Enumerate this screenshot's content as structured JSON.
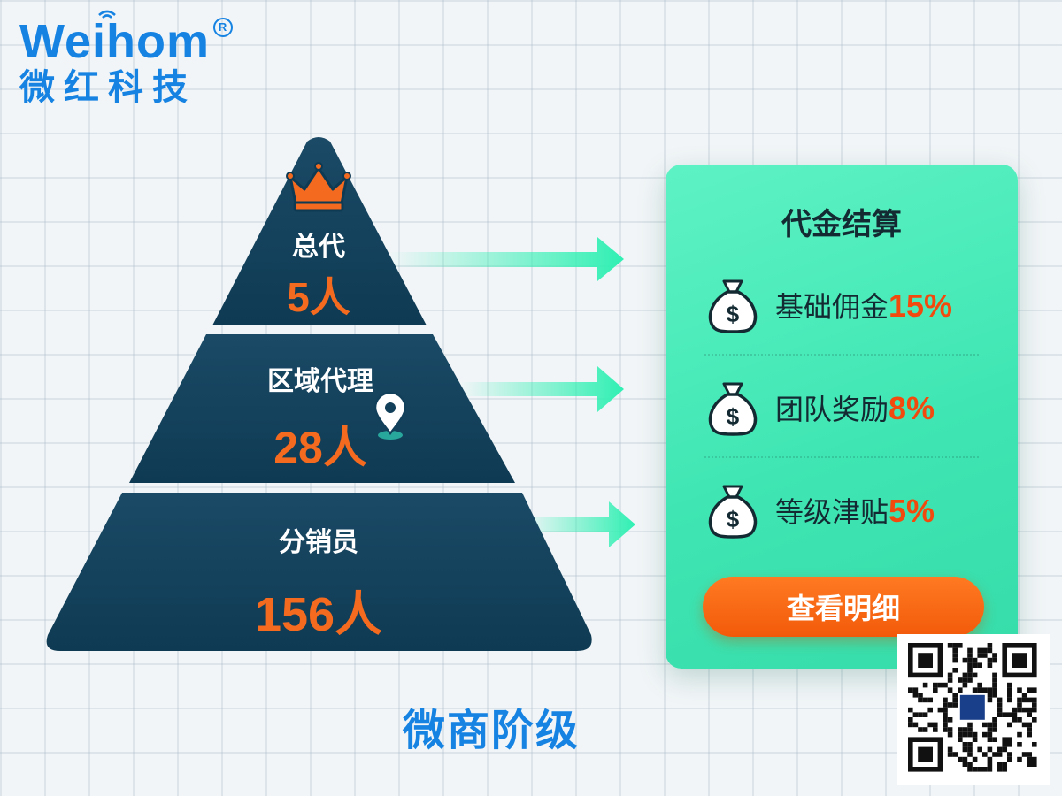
{
  "logo": {
    "en": "Weihom",
    "cn": "微红科技",
    "registered": "R"
  },
  "pyramid": {
    "colors": {
      "tier": "#123f5a",
      "count": "#f46a1e",
      "arrow": "#2ff0b2",
      "crown": "#f46a1e"
    },
    "tiers": [
      {
        "label": "总代",
        "count": "5人"
      },
      {
        "label": "区域代理",
        "count": "28人"
      },
      {
        "label": "分销员",
        "count": "156人"
      }
    ]
  },
  "settlement": {
    "title": "代金结算",
    "items": [
      {
        "label": "基础佣金",
        "percent": "15%"
      },
      {
        "label": "团队奖励",
        "percent": "8%"
      },
      {
        "label": "等级津贴",
        "percent": "5%"
      }
    ],
    "button_label": "查看明细"
  },
  "caption": "微商阶级",
  "icons": [
    "crown-icon",
    "location-pin-icon",
    "money-bag-icon",
    "wifi-icon",
    "qr-code-icon"
  ]
}
